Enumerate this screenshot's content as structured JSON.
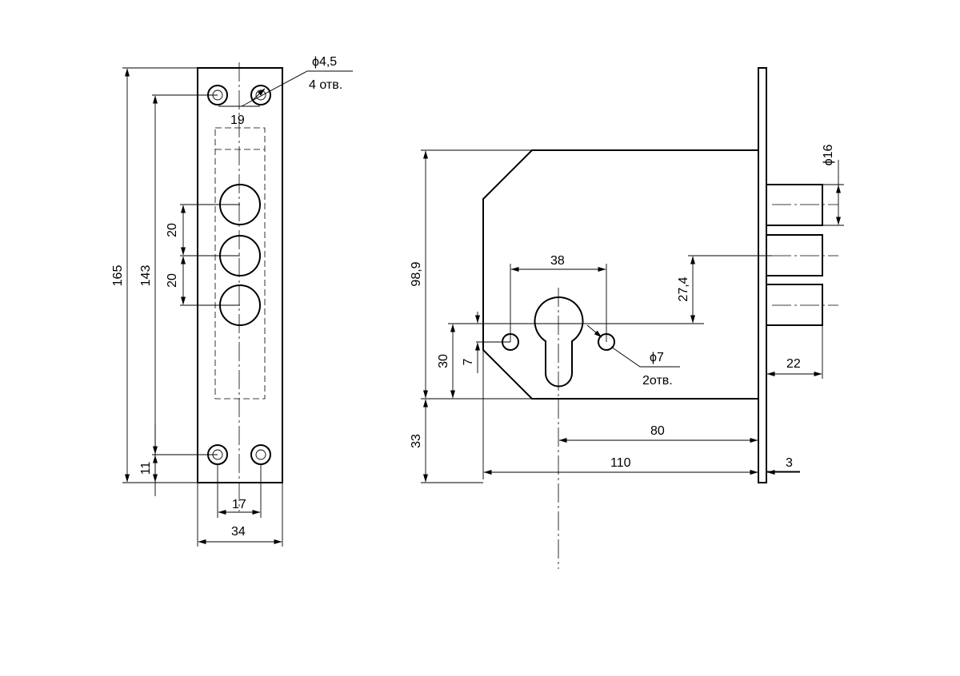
{
  "dimensions": {
    "hole_diameter": "ϕ4,5",
    "hole_count": "4 отв.",
    "plate_hole_spacing_top": "19",
    "round_spacing_1": "20",
    "round_spacing_2": "20",
    "plate_length": "165",
    "hole_pitch": "143",
    "bottom_offset": "11",
    "hole_spacing_bottom": "17",
    "plate_width": "34",
    "body_height": "98,9",
    "cylinder_holes_spacing": "38",
    "bolt_offset": "27,4",
    "cylinder_offset": "30",
    "small_offset": "7",
    "pin_diameter": "ϕ7",
    "pin_count": "2отв.",
    "bolt_diameter": "ϕ16",
    "bolt_projection": "22",
    "backset": "80",
    "body_depth": "110",
    "plate_thickness": "3",
    "bottom_margin": "33"
  }
}
